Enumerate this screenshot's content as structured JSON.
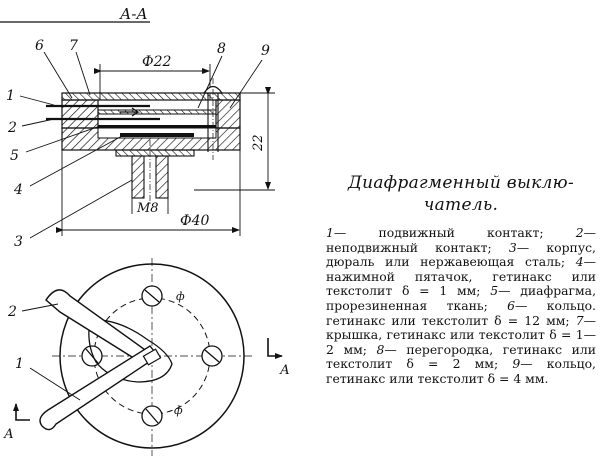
{
  "drawing": {
    "section_label": "А-А",
    "dims": {
      "d22": "Ф22",
      "d40": "Ф40",
      "m8": "М8",
      "h22": "22"
    },
    "callouts": {
      "c1": "1",
      "c2": "2",
      "c3": "3",
      "c4": "4",
      "c5": "5",
      "c6": "6",
      "c7": "7",
      "c8": "8",
      "c9": "9"
    },
    "plan_callouts": {
      "p1": "1",
      "p2": "2"
    },
    "cut_mark": "А"
  },
  "caption": {
    "title_line1": "Диафрагменный выклю-",
    "title_line2": "чатель.",
    "items": [
      {
        "num": "1",
        "text": "— подвижный контакт; "
      },
      {
        "num": "2",
        "text": "— неподвижный контакт; "
      },
      {
        "num": "3",
        "text": "— корпус, дюраль или нержавеющая сталь; "
      },
      {
        "num": "4",
        "text": "— нажимной пятачок, гетинакс или текстолит δ = 1 мм; "
      },
      {
        "num": "5",
        "text": "— диафрагма, прорезиненная ткань; "
      },
      {
        "num": "6",
        "text": "— кольцо. гетинакс или текстолит δ = 12 мм; "
      },
      {
        "num": "7",
        "text": "— крышка, гетинакс или текстолит δ = 1—2 мм; "
      },
      {
        "num": "8",
        "text": "— перегородка, гетинакс или текстолит δ = 2 мм; "
      },
      {
        "num": "9",
        "text": "— кольцо, гетинакс или текстолит δ = 4 мм."
      }
    ]
  }
}
